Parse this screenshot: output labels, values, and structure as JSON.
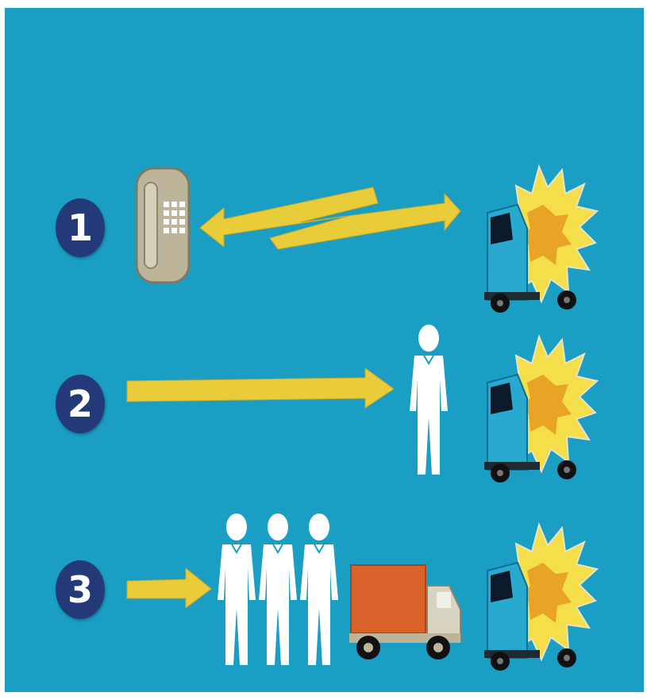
{
  "colors": {
    "background": "#1a9ec4",
    "badge": "#243a78",
    "arrow": "#e9cc3a",
    "phone": "#bdb59a",
    "truck_cab": "#2aa9cf",
    "fire_outer": "#f4df4b",
    "fire_inner": "#e9a325",
    "person": "#ffffff",
    "delivery_box": "#d8622a"
  },
  "steps": [
    {
      "number": "1",
      "left_icon": "telephone-icon",
      "connector": "lightning-double-arrow",
      "right_icon": "burning-truck-icon"
    },
    {
      "number": "2",
      "connector": "right-arrow",
      "middle_icon": "person-icon",
      "right_icon": "burning-truck-icon"
    },
    {
      "number": "3",
      "connector": "right-arrow",
      "middle_icon": "group-of-people-icon",
      "vehicle": "delivery-truck-icon",
      "right_icon": "burning-truck-icon"
    }
  ]
}
